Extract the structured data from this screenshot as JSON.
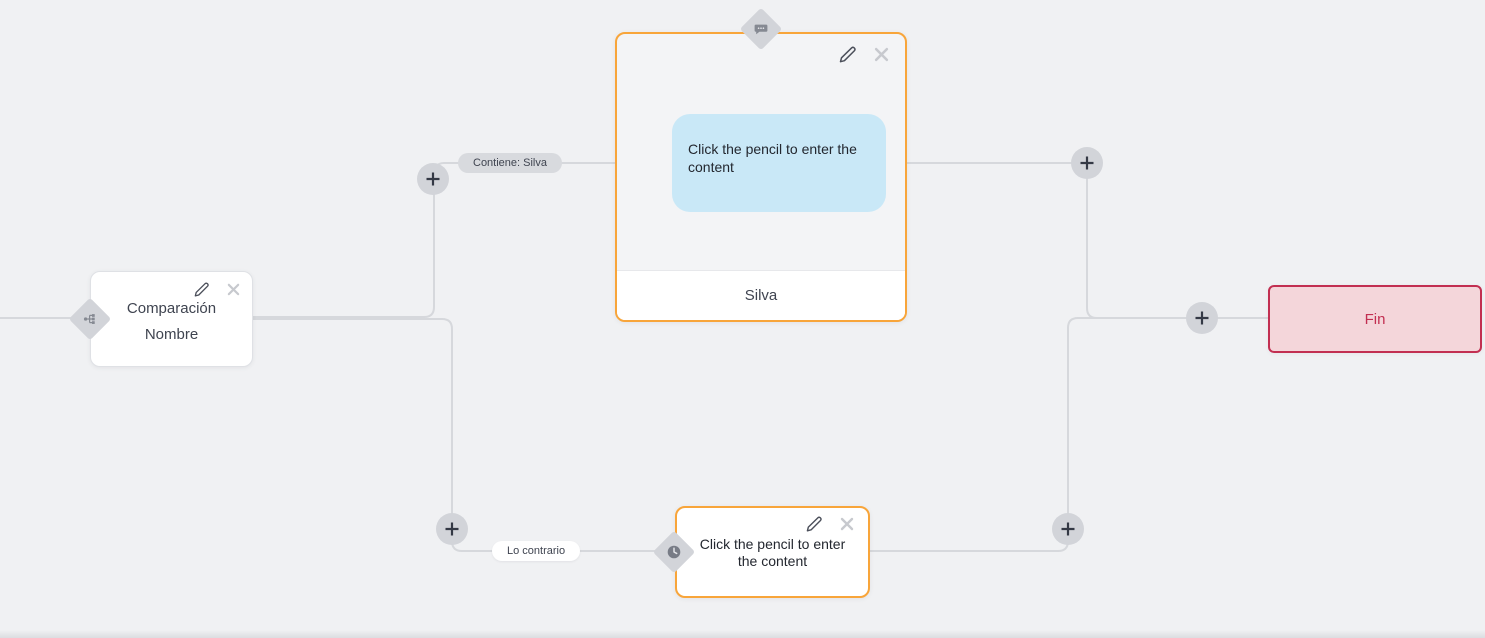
{
  "flow": {
    "nodes": {
      "comparison": {
        "type": "comparison",
        "type_icon": "branch-icon",
        "title_line1": "Comparación",
        "title_line2": "Nombre"
      },
      "message": {
        "type": "message",
        "type_icon": "chat-bubble-icon",
        "bubble_text": "Click the pencil to enter the content",
        "footer_label": "Silva"
      },
      "wait": {
        "type": "wait",
        "type_icon": "clock-icon",
        "text": "Click the pencil to enter the content"
      },
      "end": {
        "type": "end",
        "label": "Fin"
      }
    },
    "edge_labels": {
      "contains": "Contiene: Silva",
      "otherwise": "Lo contrario"
    },
    "colors": {
      "canvas_bg": "#f0f1f3",
      "connector": "#d6d8dc",
      "accent_orange": "#f8a53a",
      "bubble_blue": "#c9e8f7",
      "end_bg": "#f4d6da",
      "end_accent": "#c22f51",
      "badge_gray": "#d2d4d9"
    }
  }
}
